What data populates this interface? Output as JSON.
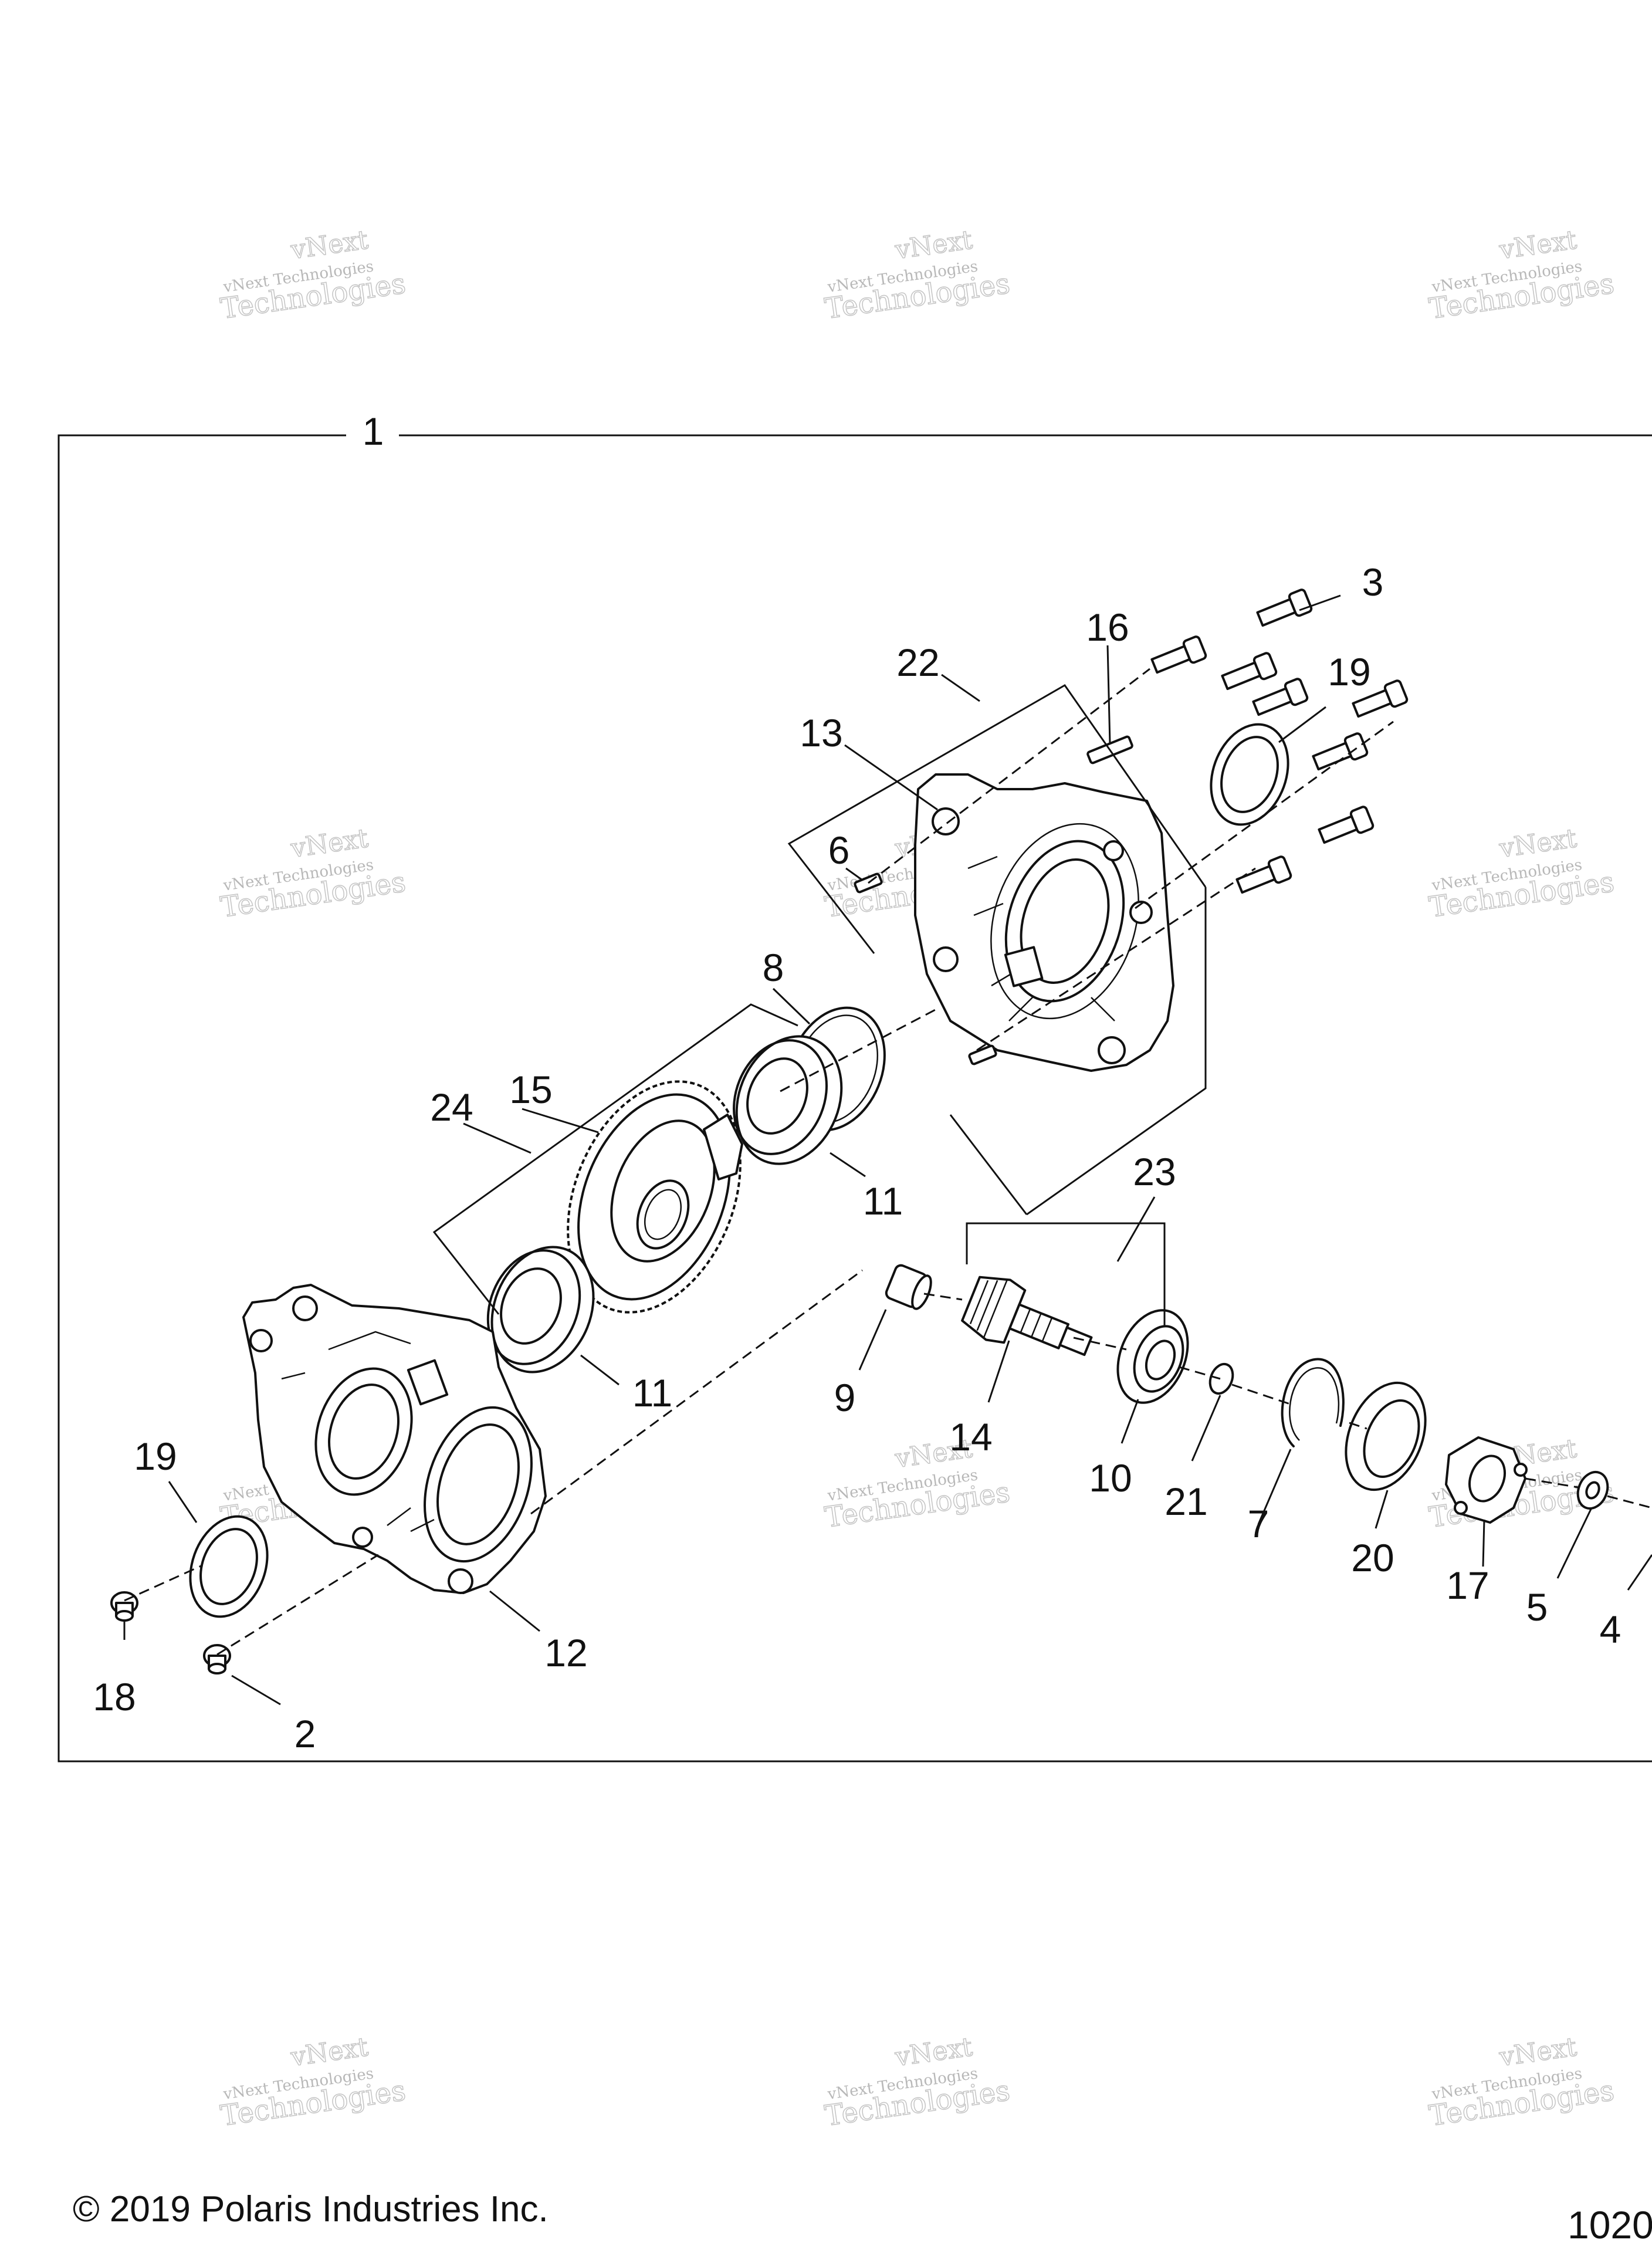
{
  "frame_label": "1",
  "callouts": [
    {
      "id": "3",
      "text": "3"
    },
    {
      "id": "16",
      "text": "16"
    },
    {
      "id": "22",
      "text": "22"
    },
    {
      "id": "19a",
      "text": "19"
    },
    {
      "id": "13",
      "text": "13"
    },
    {
      "id": "6",
      "text": "6"
    },
    {
      "id": "8",
      "text": "8"
    },
    {
      "id": "24",
      "text": "24"
    },
    {
      "id": "15",
      "text": "15"
    },
    {
      "id": "11a",
      "text": "11"
    },
    {
      "id": "23",
      "text": "23"
    },
    {
      "id": "11b",
      "text": "11"
    },
    {
      "id": "9",
      "text": "9"
    },
    {
      "id": "14",
      "text": "14"
    },
    {
      "id": "10",
      "text": "10"
    },
    {
      "id": "21",
      "text": "21"
    },
    {
      "id": "7",
      "text": "7"
    },
    {
      "id": "20",
      "text": "20"
    },
    {
      "id": "17",
      "text": "17"
    },
    {
      "id": "5",
      "text": "5"
    },
    {
      "id": "4",
      "text": "4"
    },
    {
      "id": "19b",
      "text": "19"
    },
    {
      "id": "12",
      "text": "12"
    },
    {
      "id": "18",
      "text": "18"
    },
    {
      "id": "2",
      "text": "2"
    }
  ],
  "watermark": {
    "line0": "vNext",
    "line1": "vNext Technologies",
    "line2": "Technologies"
  },
  "footer": {
    "copyright": "© 2019 Polaris Industries Inc.",
    "page_number": "1020"
  }
}
